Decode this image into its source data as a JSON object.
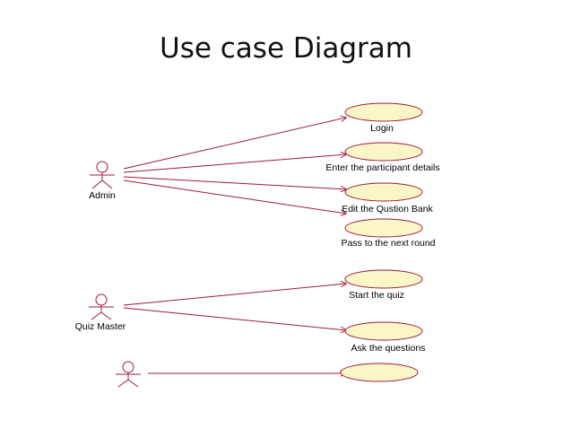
{
  "title": "Use case Diagram",
  "colors": {
    "line": "#9a1c3c",
    "usecase_fill": "#fbf6c8",
    "usecase_stroke": "#9a1c3c"
  },
  "actors": [
    {
      "id": "admin",
      "label": "Admin"
    },
    {
      "id": "quiz-master",
      "label": "Quiz Master"
    },
    {
      "id": "unnamed",
      "label": ""
    }
  ],
  "use_cases": [
    {
      "id": "login",
      "label": "Login"
    },
    {
      "id": "enter-details",
      "label": "Enter the participant details"
    },
    {
      "id": "edit-bank",
      "label": "Edit the  Qustion  Bank"
    },
    {
      "id": "pass-round",
      "label": "Pass to the next round"
    },
    {
      "id": "start-quiz",
      "label": "Start the quiz"
    },
    {
      "id": "ask-questions",
      "label": "Ask the questions"
    },
    {
      "id": "unlabeled",
      "label": ""
    }
  ],
  "associations": [
    {
      "from": "admin",
      "to": "login"
    },
    {
      "from": "admin",
      "to": "enter-details"
    },
    {
      "from": "admin",
      "to": "edit-bank"
    },
    {
      "from": "admin",
      "to": "pass-round"
    },
    {
      "from": "quiz-master",
      "to": "start-quiz"
    },
    {
      "from": "quiz-master",
      "to": "ask-questions"
    },
    {
      "from": "unnamed",
      "to": "unlabeled"
    }
  ]
}
